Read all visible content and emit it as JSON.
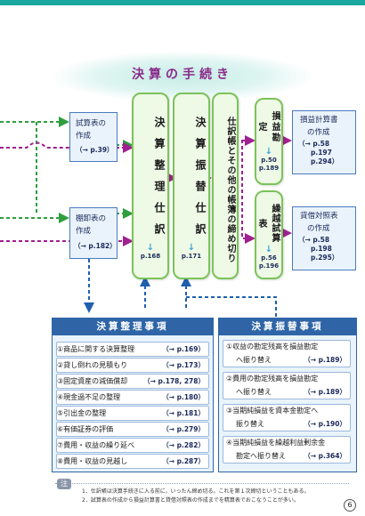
{
  "title": "決算の手続き",
  "trial_balance": {
    "line1": "試算表の",
    "line2": "作成",
    "ref": "（→ p.39）"
  },
  "inventory": {
    "line1": "棚卸表の",
    "line2": "作成",
    "ref": "（→ p.182）"
  },
  "adjusting_entry": {
    "label": "決算整理仕訳",
    "ref": "p.168"
  },
  "closing_entry": {
    "label": "決算振替仕訳",
    "ref": "p.171"
  },
  "closing_books": {
    "label": "仕訳帳とその他の帳簿の締め切り"
  },
  "profit_account": {
    "label": "損益勘定",
    "ref1": "p.50",
    "ref2": "p.189"
  },
  "carry_forward": {
    "label": "繰越試算表",
    "ref1": "p.56",
    "ref2": "p.196"
  },
  "income_statement": {
    "line1": "損益計算書",
    "line2": "の作成",
    "refs": [
      "（→ p.58",
      "p.197",
      "p.294）"
    ]
  },
  "balance_sheet": {
    "line1": "貸借対照表",
    "line2": "の作成",
    "refs": [
      "（→ p.58",
      "p.198",
      "p.295）"
    ]
  },
  "adjusting_panel": {
    "heading": "決算整理事項",
    "items": [
      {
        "label": "①商品に関する決算整理",
        "ref": "（→ p.169）"
      },
      {
        "label": "②貸し倒れの見積もり",
        "ref": "（→ p.173）"
      },
      {
        "label": "③固定資産の減価償却",
        "ref": "（→ p.178, 278）"
      },
      {
        "label": "④現金過不足の整理",
        "ref": "（→ p.180）"
      },
      {
        "label": "⑤引出金の整理",
        "ref": "（→ p.181）"
      },
      {
        "label": "⑥有価証券の評価",
        "ref": "（→ p.279）"
      },
      {
        "label": "⑦費用・収益の繰り延べ",
        "ref": "（→ p.282）"
      },
      {
        "label": "⑧費用・収益の見越し",
        "ref": "（→ p.287）"
      }
    ]
  },
  "closing_panel": {
    "heading": "決算振替事項",
    "items": [
      {
        "line1": "①収益の勘定残高を損益勘定",
        "line2": "へ振り替え",
        "ref": "（→ p.189）"
      },
      {
        "line1": "②費用の勘定残高を損益勘定",
        "line2": "へ振り替え",
        "ref": "（→ p.189）"
      },
      {
        "line1": "③当期純損益を資本金勘定へ",
        "line2": "振り替え",
        "ref": "（→ p.190）"
      },
      {
        "line1": "④当期純損益を繰越利益剰余金",
        "line2": "勘定へ振り替え",
        "ref": "（→ p.364）"
      }
    ]
  },
  "note": {
    "label": "注",
    "lines": [
      "1．仕訳帳は決算手続きに入る前に，いったん締め切る。これを第１次締切ということもある。",
      "2．試算表の作成から損益計算書と貸借対照表の作成までを精算表でおこなうことが多い。"
    ]
  },
  "page_number": "6",
  "colors": {
    "header_blue": "#2f65a7",
    "pill_green": "#7cc35a",
    "arrow_green": "#2e9e3e",
    "arrow_purple": "#a0208f",
    "arrow_blue": "#3aa4d8",
    "title_purple": "#8a2a8a"
  }
}
